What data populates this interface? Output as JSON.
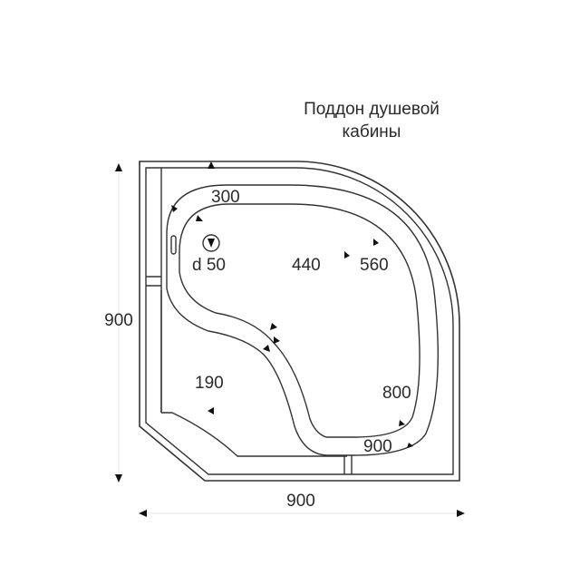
{
  "diagram": {
    "title_line1": "Поддон душевой",
    "title_line2": "кабины",
    "type": "technical drawing — corner shower tray, top view",
    "overall_dimensions": {
      "height_label": "900",
      "width_label": "900"
    },
    "inner_labels": {
      "top_depth": "300",
      "drain": "d 50",
      "bowl_width": "440",
      "rim_width": "560",
      "seat_depth": "190",
      "bowl_length": "800",
      "rim_length": "900"
    },
    "colors": {
      "line": "#333333",
      "text": "#2a2a2a",
      "background": "#ffffff"
    }
  }
}
